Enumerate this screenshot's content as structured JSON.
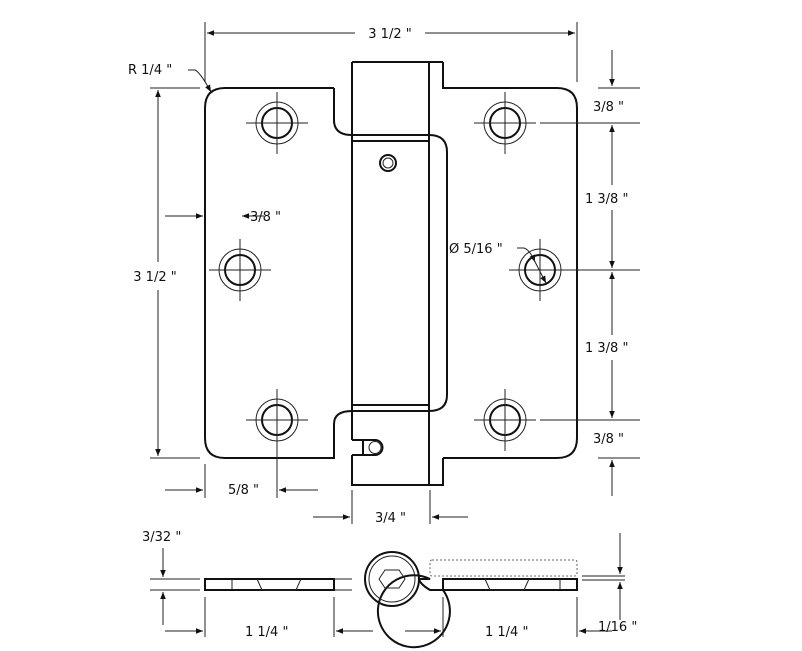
{
  "drawing": {
    "labels": {
      "overall_width": "3 1/2 \"",
      "corner_radius": "R 1/4 \"",
      "overall_height": "3 1/2 \"",
      "hole_inset_left": "3/8 \"",
      "hole_diameter": "Ø 5/16 \"",
      "top_hole_offset": "3/8 \"",
      "hole_spacing_upper": "1 3/8 \"",
      "hole_spacing_lower": "1 3/8 \"",
      "bottom_hole_offset": "3/8 \"",
      "hole_edge_offset": "5/8 \"",
      "knuckle_width": "3/4 \"",
      "leaf_gap": "3/32 \"",
      "leaf_width_left": "1 1/4 \"",
      "leaf_width_right": "1 1/4 \"",
      "leaf_thickness": "1/16 \""
    }
  }
}
